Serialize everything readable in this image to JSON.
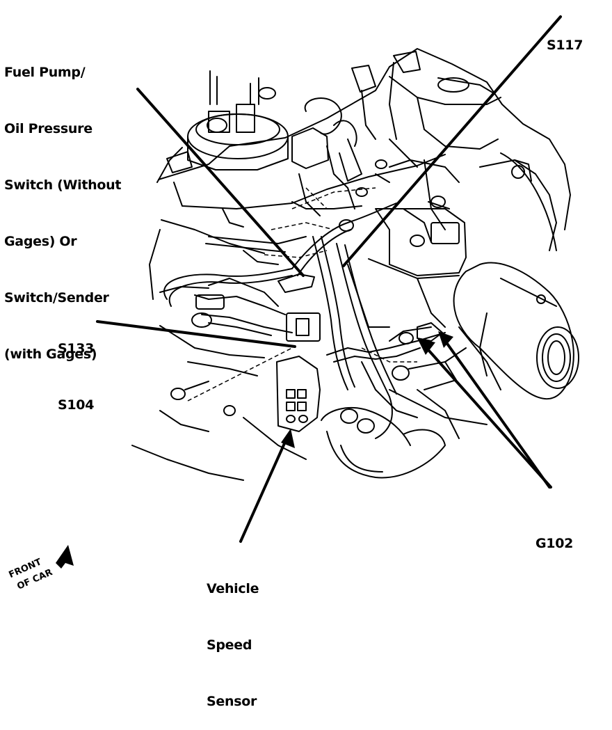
{
  "callouts": {
    "fuel_pump_switch": [
      "Fuel Pump/",
      "Oil Pressure",
      "Switch (Without",
      "Gages) Or",
      "Switch/Sender",
      "(with Gages)"
    ],
    "s117": "S117",
    "s133": "S133",
    "s104": "S104",
    "g102": "G102",
    "vehicle_speed_sensor": [
      "Vehicle",
      "Speed",
      "Sensor"
    ]
  },
  "orientation": {
    "line1": "FRONT",
    "line2": "OF CAR"
  },
  "colors": {
    "ink": "#000000",
    "paper": "#ffffff"
  }
}
